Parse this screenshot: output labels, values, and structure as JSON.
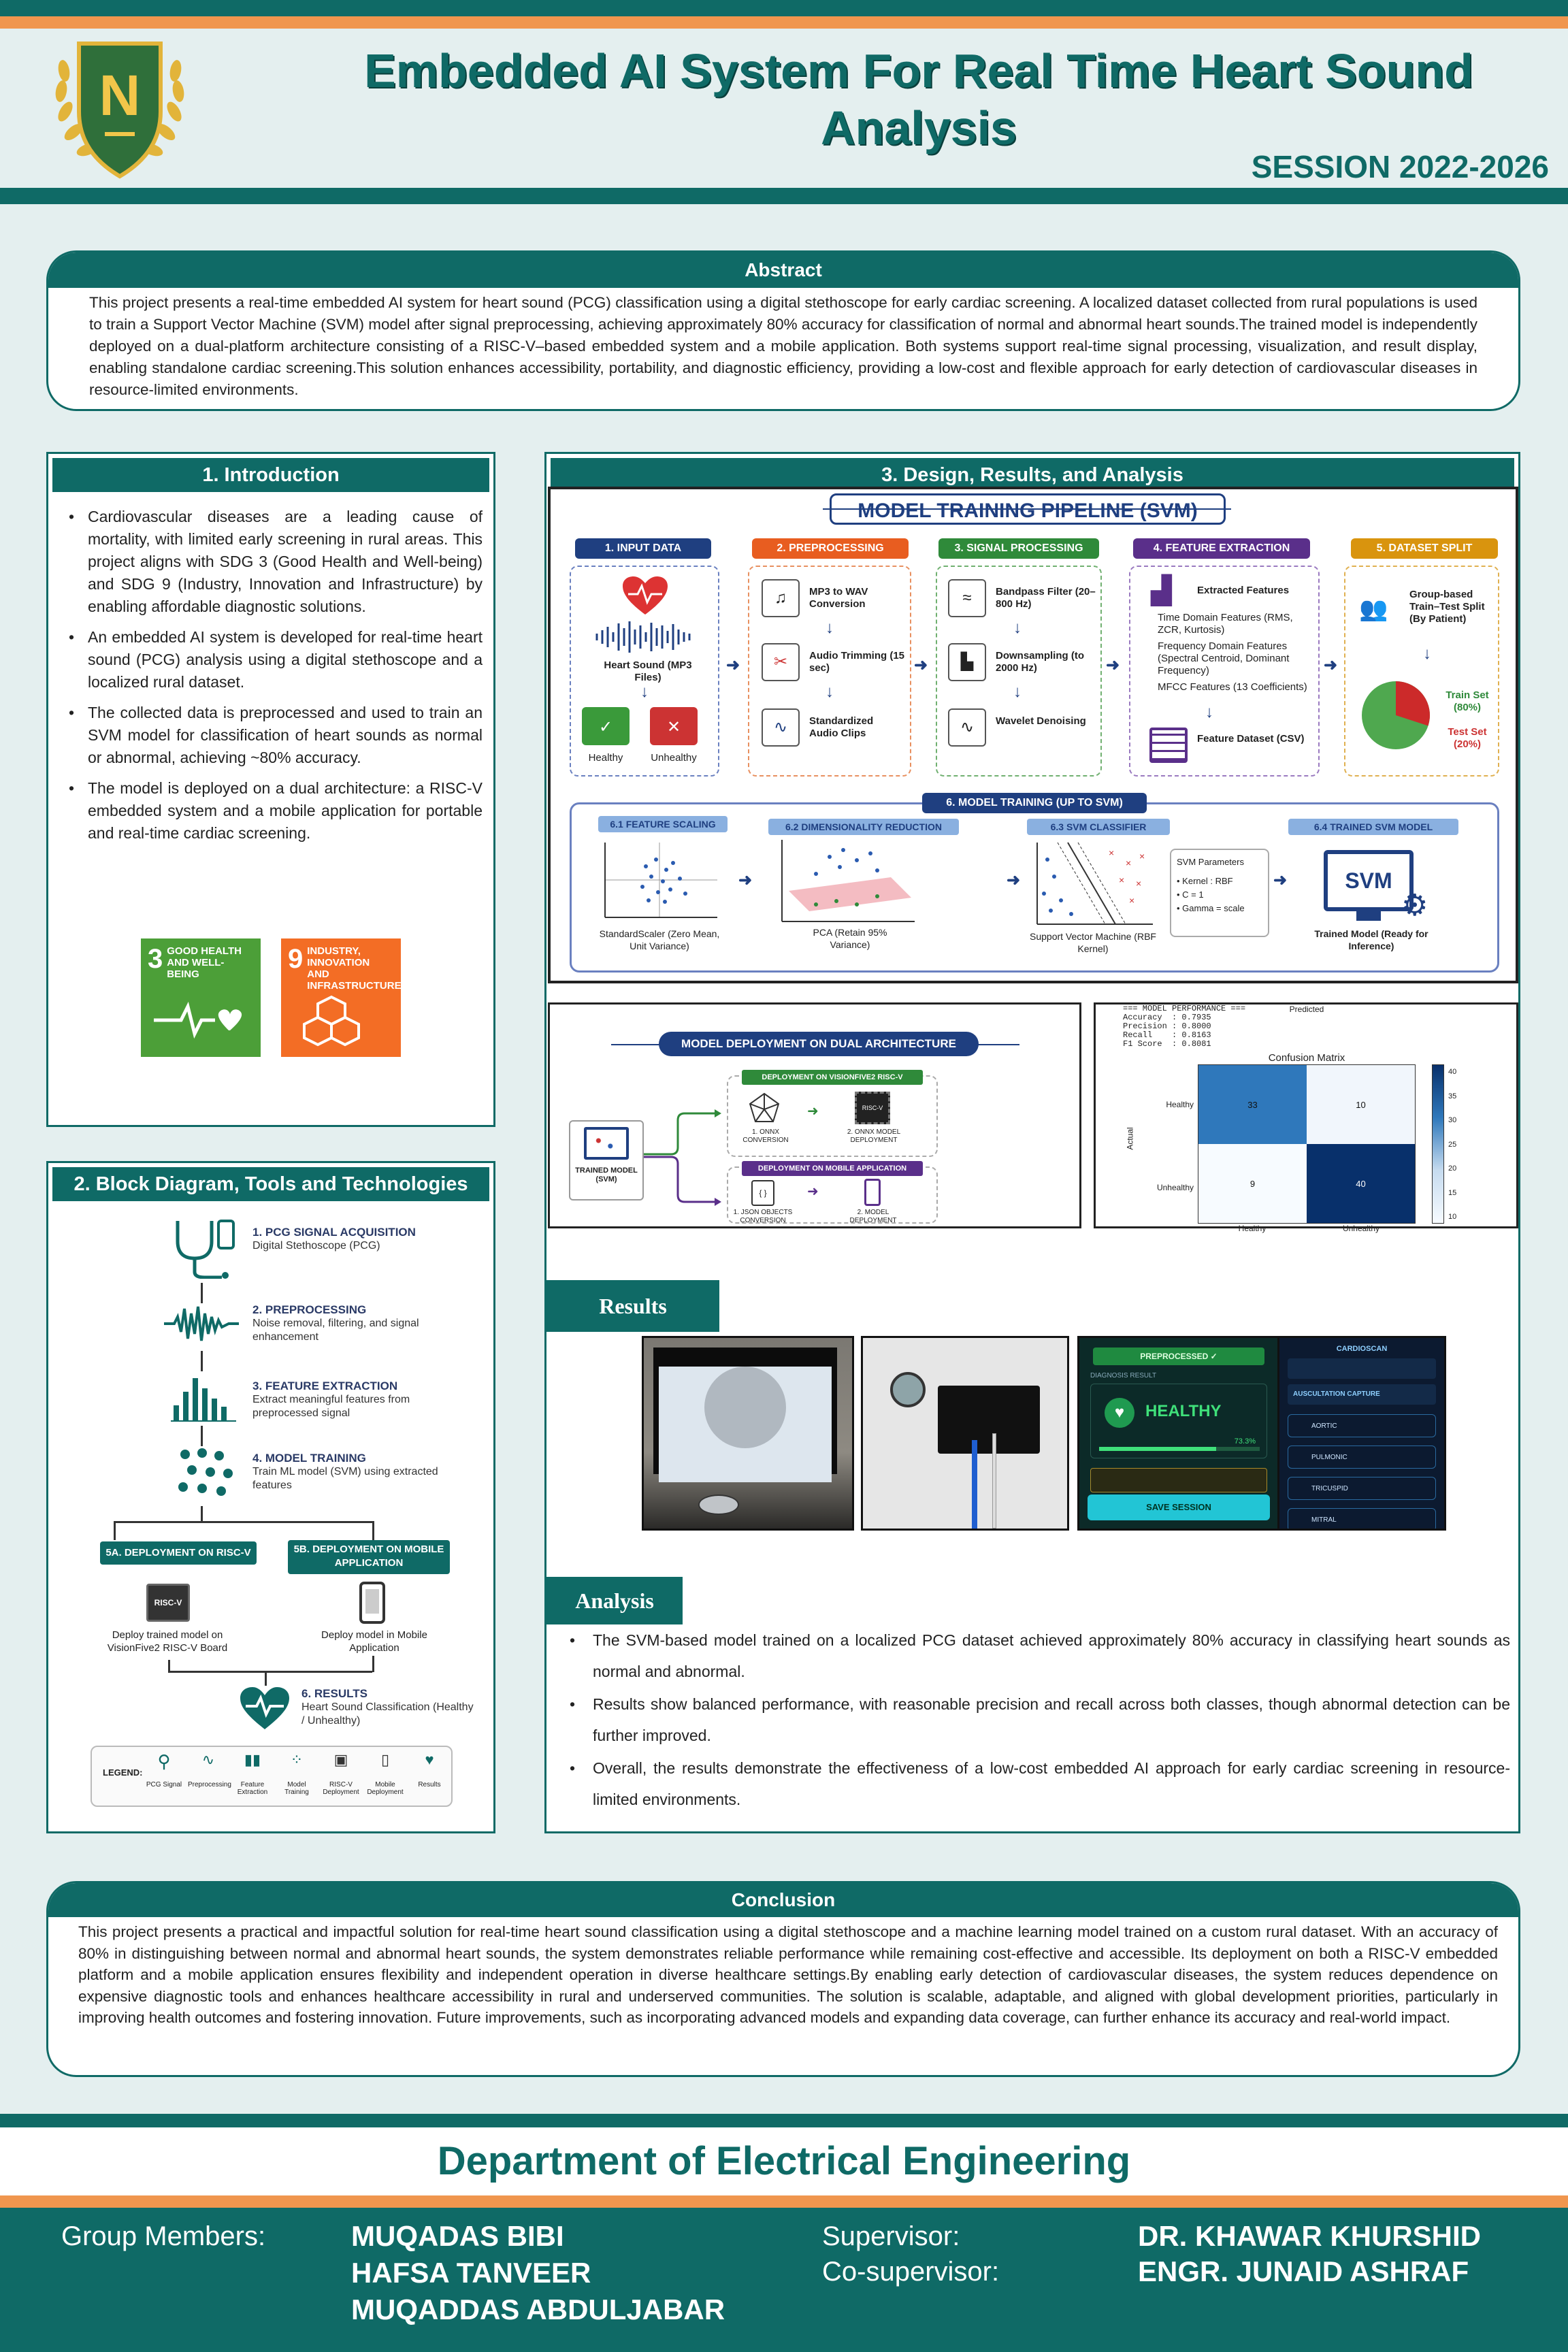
{
  "header": {
    "title": "Embedded AI System For Real Time Heart Sound Analysis",
    "session": "SESSION 2022-2026",
    "logo_letter": "N"
  },
  "abstract": {
    "heading": "Abstract",
    "text": "This project presents a real-time embedded AI system for heart sound (PCG) classification using a digital stethoscope for early cardiac screening. A localized dataset collected from rural populations is used to train a Support Vector Machine (SVM) model after signal preprocessing, achieving approximately 80% accuracy for classification of normal and abnormal heart sounds.The trained model is independently deployed on a dual-platform architecture consisting of a RISC-V–based embedded system and a mobile application. Both systems support real-time signal processing, visualization, and result display, enabling standalone cardiac screening.This solution enhances accessibility, portability, and diagnostic efficiency, providing a low-cost and flexible approach for early detection of cardiovascular diseases in resource-limited environments."
  },
  "intro": {
    "heading": "1. Introduction",
    "bullets": [
      "Cardiovascular diseases are a leading cause of mortality, with limited early screening in rural areas. This project aligns with SDG 3 (Good Health and Well-being) and SDG 9 (Industry, Innovation and Infrastructure) by enabling affordable diagnostic solutions.",
      "An embedded AI system is developed for real-time heart sound (PCG) analysis using a digital stethoscope and a localized rural dataset.",
      "The collected data is preprocessed and used to train an SVM model for classification of heart sounds as normal or abnormal, achieving ~80% accuracy.",
      "The model is deployed on a dual architecture: a RISC-V embedded system and a mobile application for portable and real-time cardiac screening."
    ],
    "sdg3": {
      "num": "3",
      "label": "GOOD HEALTH AND WELL-BEING",
      "color": "#4c9f38"
    },
    "sdg9": {
      "num": "9",
      "label": "INDUSTRY, INNOVATION AND INFRASTRUCTURE",
      "color": "#f36d25"
    }
  },
  "block": {
    "heading": "2. Block Diagram, Tools and Technologies",
    "steps": [
      {
        "t": "1. PCG SIGNAL ACQUISITION",
        "d": "Digital Stethoscope (PCG)"
      },
      {
        "t": "2. PREPROCESSING",
        "d": "Noise removal, filtering, and signal enhancement"
      },
      {
        "t": "3. FEATURE EXTRACTION",
        "d": "Extract meaningful features from preprocessed signal"
      },
      {
        "t": "4. MODEL TRAINING",
        "d": "Train ML model (SVM) using extracted features"
      }
    ],
    "d5a": "5A. DEPLOYMENT ON RISC-V",
    "d5b": "5B. DEPLOYMENT ON MOBILE APPLICATION",
    "riscv": "RISC-V",
    "d5a_txt": "Deploy trained model on VisionFive2 RISC-V Board",
    "d5b_txt": "Deploy model in Mobile Application",
    "res_t": "6. RESULTS",
    "res_d": "Heart Sound Classification (Healthy / Unhealthy)",
    "legend_label": "LEGEND:",
    "legend": [
      "PCG Signal",
      "Preprocessing",
      "Feature Extraction",
      "Model Training",
      "RISC-V Deployment",
      "Mobile Deployment",
      "Results"
    ]
  },
  "design": {
    "heading": "3. Design, Results, and Analysis",
    "pipeline": {
      "title": "MODEL TRAINING PIPELINE (SVM)",
      "s1": "1. INPUT DATA",
      "s2": "2. PREPROCESSING",
      "s3": "3. SIGNAL PROCESSING",
      "s4": "4. FEATURE EXTRACTION",
      "s5": "5. DATASET SPLIT",
      "heart": "Heart Sound (MP3 Files)",
      "healthy": "Healthy",
      "unhealthy": "Unhealthy",
      "p1": "MP3 to WAV Conversion",
      "p2": "Audio Trimming (15 sec)",
      "p3": "Standardized Audio Clips",
      "q1": "Bandpass Filter (20–800 Hz)",
      "q2": "Downsampling (to 2000 Hz)",
      "q3": "Wavelet Denoising",
      "f_head": "Extracted Features",
      "f1": "Time Domain Features (RMS, ZCR, Kurtosis)",
      "f2": "Frequency Domain Features (Spectral Centroid, Dominant Frequency)",
      "f3": "MFCC Features (13 Coefficients)",
      "f_out": "Feature Dataset (CSV)",
      "split": "Group-based Train–Test Split (By Patient)",
      "train": "Train Set (80%)",
      "test": "Test Set (20%)",
      "s6": "6. MODEL TRAINING (UP TO SVM)",
      "m1": "6.1 FEATURE SCALING",
      "m2": "6.2 DIMENSIONALITY REDUCTION",
      "m3": "6.3 SVM CLASSIFIER",
      "m4": "6.4 TRAINED SVM MODEL",
      "m1t": "StandardScaler (Zero Mean, Unit Variance)",
      "m2t": "PCA (Retain 95% Variance)",
      "m3t": "Support Vector Machine (RBF Kernel)",
      "m4t": "Trained Model (Ready for Inference)",
      "svm_params": "SVM Parameters",
      "k1": "Kernel : RBF",
      "k2": "C = 1",
      "k3": "Gamma = scale",
      "svm": "SVM"
    },
    "deploy": {
      "title": "MODEL DEPLOYMENT ON DUAL ARCHITECTURE",
      "riscv_head": "DEPLOYMENT ON VISIONFIVE2 RISC-V",
      "mobile_head": "DEPLOYMENT ON MOBILE APPLICATION",
      "trained": "TRAINED MODEL (SVM)",
      "o1": "1. ONNX CONVERSION",
      "o2": "2. ONNX MODEL DEPLOYMENT",
      "j1": "1. JSON OBJECTS CONVERSION",
      "j2": "2. MODEL DEPLOYMENT"
    },
    "perf": {
      "header": "=== MODEL PERFORMANCE ===",
      "lines": [
        "Accuracy  : 0.7935",
        "Precision : 0.8000",
        "Recall    : 0.8163",
        "F1 Score  : 0.8081"
      ],
      "cm_title": "Confusion Matrix",
      "rows": [
        "Healthy",
        "Unhealthy"
      ],
      "cols": [
        "Healthy",
        "Unhealthy"
      ],
      "ylabel": "Actual",
      "xlabel": "Predicted",
      "cells": [
        [
          33,
          10
        ],
        [
          9,
          40
        ]
      ],
      "ticks": [
        "40",
        "35",
        "30",
        "25",
        "20",
        "15",
        "10"
      ]
    },
    "results_label": "Results",
    "app": {
      "pre": "PREPROCESSED ✓",
      "diag": "DIAGNOSIS RESULT",
      "status": "HEALTHY",
      "conf": "73.3%",
      "save": "SAVE SESSION",
      "brand": "CARDIOSCAN",
      "capture": "AUSCULTATION CAPTURE",
      "valves": [
        "AORTIC",
        "PULMONIC",
        "TRICUSPID",
        "MITRAL"
      ]
    },
    "analysis_label": "Analysis",
    "analysis": [
      "The SVM-based model trained on a localized PCG dataset achieved approximately 80% accuracy in classifying heart sounds as normal and abnormal.",
      "Results show balanced performance, with reasonable precision and recall across both classes, though abnormal detection can be further improved.",
      "Overall, the results demonstrate the effectiveness of a low-cost embedded AI approach for early cardiac screening in resource-limited environments."
    ]
  },
  "conclusion": {
    "heading": "Conclusion",
    "text": "This project presents a practical and impactful solution for real-time heart sound classification using a digital stethoscope and a machine learning model trained on a custom rural dataset. With an accuracy of 80% in distinguishing between normal and abnormal heart sounds, the system demonstrates reliable performance while remaining cost-effective and accessible. Its deployment on both a RISC-V embedded platform and a mobile application ensures flexibility and independent operation in diverse healthcare settings.By enabling early detection of cardiovascular diseases, the system reduces dependence on expensive diagnostic tools and enhances healthcare accessibility in rural and underserved communities. The solution is scalable, adaptable, and aligned with global development priorities, particularly in improving health outcomes and fostering innovation. Future improvements, such as incorporating advanced models and expanding data coverage, can further enhance its accuracy and real-world impact."
  },
  "footer": {
    "dept": "Department of Electrical Engineering",
    "members_label": "Group Members:",
    "members": [
      "MUQADAS BIBI",
      "HAFSA TANVEER",
      "MUQADDAS ABDULJABAR"
    ],
    "supervisor_label": "Supervisor:",
    "supervisor": "DR. KHAWAR KHURSHID",
    "cosup_label": "Co-supervisor:",
    "cosup": "ENGR. JUNAID ASHRAF"
  }
}
